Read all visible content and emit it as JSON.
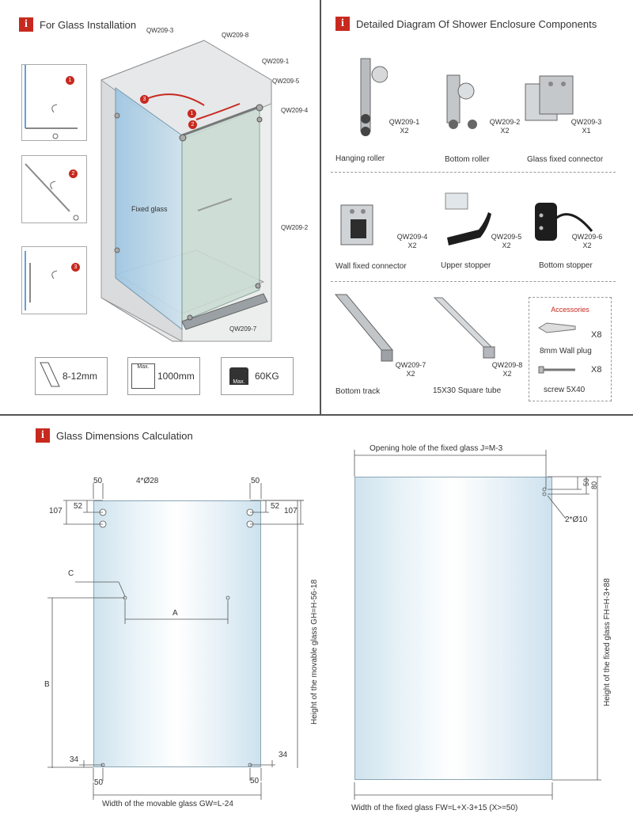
{
  "top_left": {
    "title": "For Glass Installation",
    "fixed_glass_label": "Fixed glass",
    "step_numbers": [
      "1",
      "2",
      "3"
    ],
    "codes": {
      "qw3": "QW209-3",
      "qw8": "QW209-8",
      "qw1": "QW209-1",
      "qw5": "QW209-5",
      "qw4": "QW209-4",
      "qw2": "QW209-2",
      "qw7": "QW209-7"
    },
    "arrow_numbers": [
      "1",
      "2",
      "3"
    ],
    "specs": {
      "thickness": "8-12mm",
      "width_max_tag": "Max.",
      "width": "1000mm",
      "weight_max_tag": "Max.",
      "weight": "60KG"
    }
  },
  "top_right": {
    "title": "Detailed Diagram Of Shower Enclosure Components",
    "parts": [
      {
        "code": "QW209-1",
        "qty": "X2",
        "name": "Hanging roller"
      },
      {
        "code": "QW209-2",
        "qty": "X2",
        "name": "Bottom roller"
      },
      {
        "code": "QW209-3",
        "qty": "X1",
        "name": "Glass fixed connector"
      },
      {
        "code": "QW209-4",
        "qty": "X2",
        "name": "Wall fixed connector"
      },
      {
        "code": "QW209-5",
        "qty": "X2",
        "name": "Upper stopper"
      },
      {
        "code": "QW209-6",
        "qty": "X2",
        "name": "Bottom stopper"
      },
      {
        "code": "QW209-7",
        "qty": "X2",
        "name": "Bottom track"
      },
      {
        "code": "QW209-8",
        "qty": "X2",
        "name": "15X30 Square tube"
      }
    ],
    "accessories": {
      "title": "Accessories",
      "items": [
        {
          "name": "8mm Wall plug",
          "qty": "X8"
        },
        {
          "name": "screw  5X40",
          "qty": "X8"
        }
      ]
    }
  },
  "bottom": {
    "title": "Glass Dimensions Calculation",
    "movable": {
      "hole_note": "4*Ø28",
      "d50_tl": "50",
      "d50_tr": "50",
      "d52_l": "52",
      "d52_r": "52",
      "d107_l": "107",
      "d107_r": "107",
      "label_c": "C",
      "label_a": "A",
      "label_b": "B",
      "d34_l": "34",
      "d34_r": "34",
      "d50_bl": "50",
      "d50_br": "50",
      "width_label": "Width of the movable glass GW=L-24",
      "height_label": "Height of the movable glass  GH=H-56-18"
    },
    "fixed": {
      "opening_label": "Opening hole of the fixed glass J=M-3",
      "d59": "59",
      "d80": "80",
      "hole_note": "2*Ø10",
      "width_label": "Width of the fixed glass FW=L+X-3+15  (X>=50)",
      "height_label": "Height of the fixed glass FH=H-3+88"
    }
  },
  "colors": {
    "badge": "#c8291f",
    "glass": "#cfe3ee",
    "accessories_title": "#c8291f"
  }
}
